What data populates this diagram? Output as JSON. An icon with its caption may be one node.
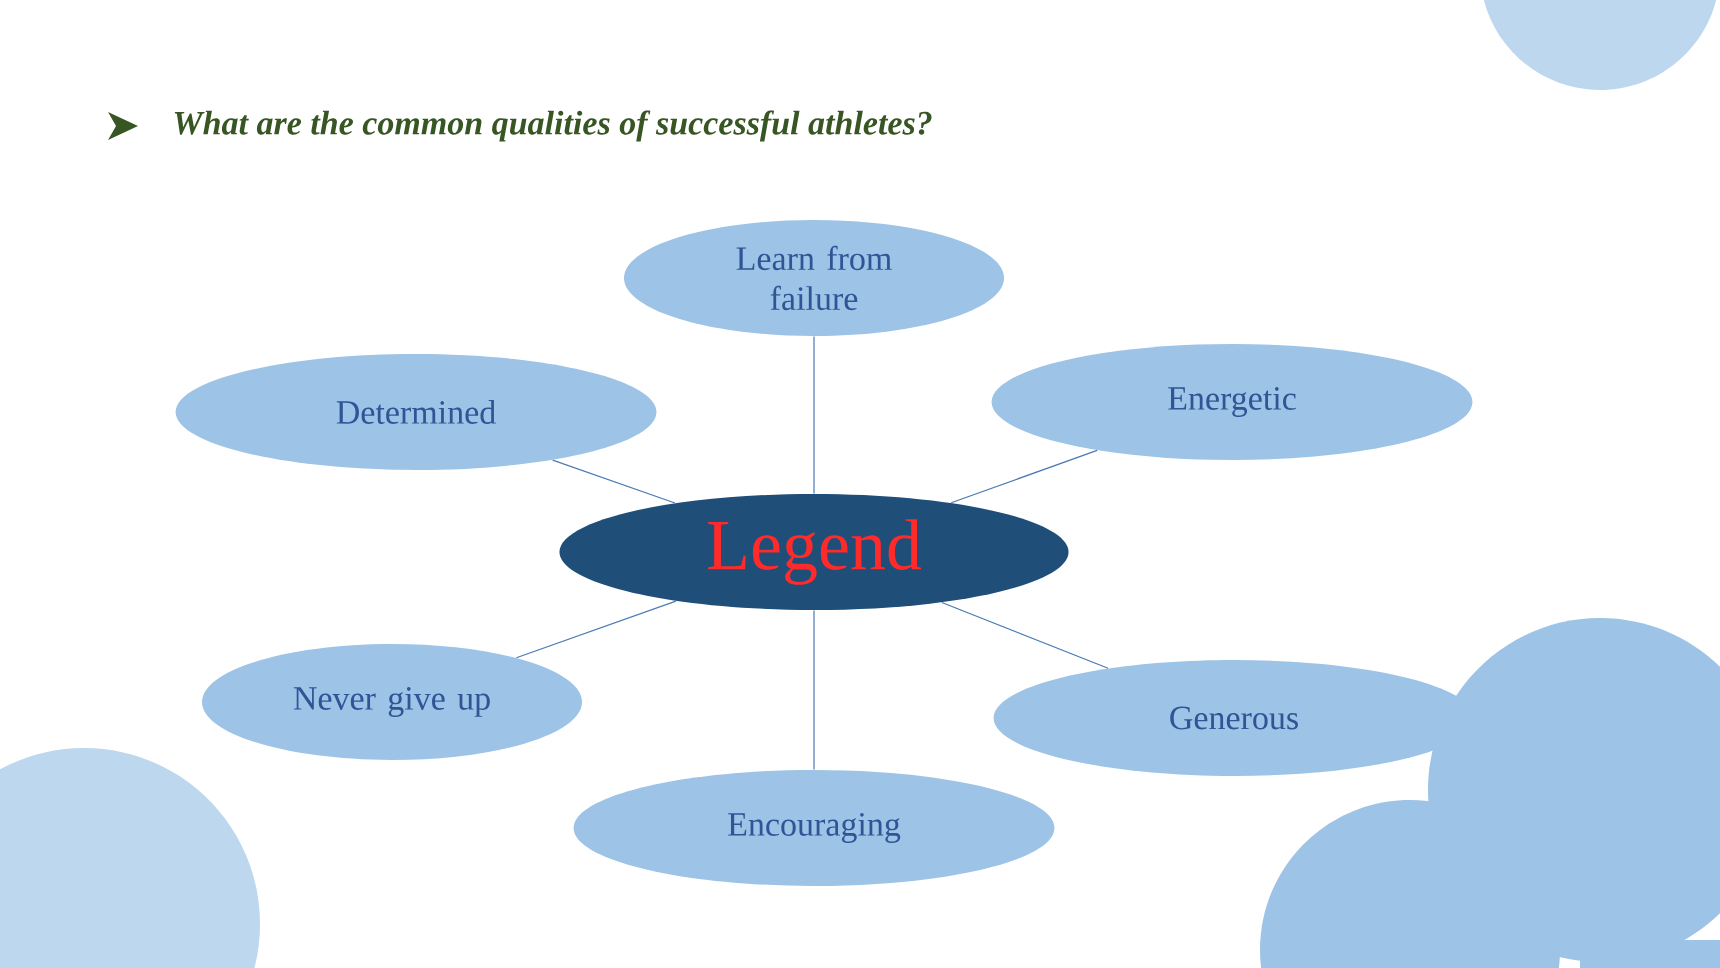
{
  "diagram": {
    "title": "What are the common qualities of successful athletes?",
    "nodes": [
      {
        "text": [
          "Legend"
        ]
      },
      {
        "text": [
          "Learn from failure"
        ]
      },
      {
        "text": [
          "Determined"
        ]
      },
      {
        "text": [
          "Energetic"
        ]
      },
      {
        "text": [
          "Never give up"
        ]
      },
      {
        "text": [
          "Generous"
        ]
      },
      {
        "text": [
          "Encouraging"
        ]
      }
    ],
    "edges": [
      {
        "from": 0,
        "to": 1,
        "arrow": "none"
      },
      {
        "from": 0,
        "to": 2,
        "arrow": "none"
      },
      {
        "from": 0,
        "to": 3,
        "arrow": "none"
      },
      {
        "from": 0,
        "to": 4,
        "arrow": "none"
      },
      {
        "from": 0,
        "to": 5,
        "arrow": "none"
      },
      {
        "from": 0,
        "to": 6,
        "arrow": "none"
      }
    ]
  }
}
